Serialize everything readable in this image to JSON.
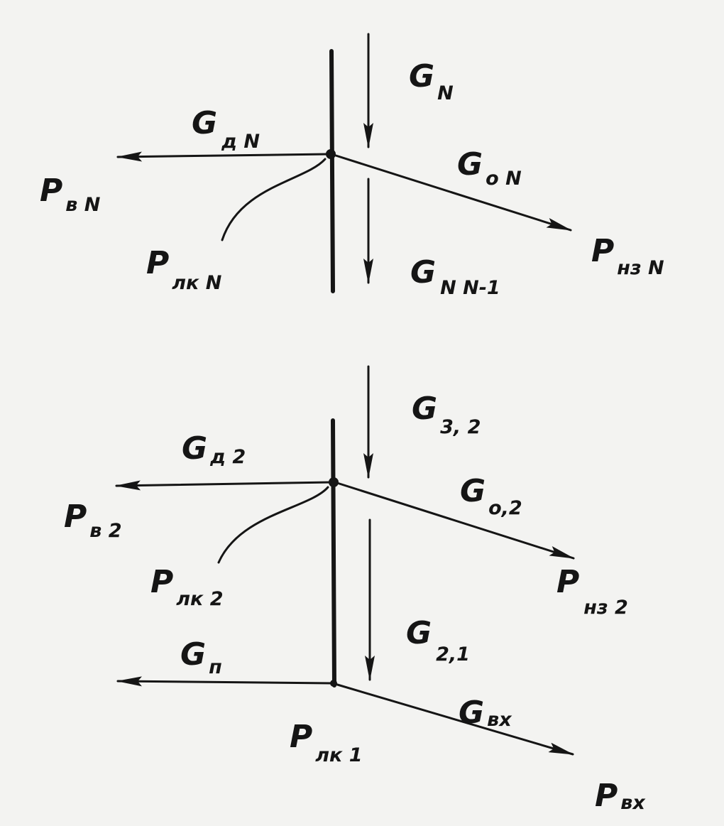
{
  "upper_section": {
    "g_n": {
      "main": "G",
      "sub": "N"
    },
    "g_d_n": {
      "main": "G",
      "sub": "д N"
    },
    "g_o_n": {
      "main": "G",
      "sub": "о N"
    },
    "g_n_n1": {
      "main": "G",
      "sub": "N  N-1"
    },
    "p_v_n": {
      "main": "P",
      "sub": "в N"
    },
    "p_lk_n": {
      "main": "P",
      "sub": "лк N"
    },
    "p_nz_n": {
      "main": "P",
      "sub": "нз  N"
    }
  },
  "lower_section": {
    "g_3_2": {
      "main": "G",
      "sub": "3, 2"
    },
    "g_d_2": {
      "main": "G",
      "sub": "д  2"
    },
    "g_o_2": {
      "main": "G",
      "sub": "о,2"
    },
    "p_v_2": {
      "main": "P",
      "sub": "в 2"
    },
    "p_lk_2": {
      "main": "P",
      "sub": "лк  2"
    },
    "p_nz_2": {
      "main": "P",
      "sub": "нз  2"
    },
    "g_2_1": {
      "main": "G",
      "sub": "2,1"
    },
    "g_p": {
      "main": "G",
      "sub": "п"
    },
    "g_vx": {
      "main": "G",
      "sub": "вх"
    },
    "p_lk_1": {
      "main": "P",
      "sub": "лк  1"
    },
    "p_vx": {
      "main": "P",
      "sub": "вх"
    }
  },
  "colors": {
    "ink": "#151515",
    "paper": "#f3f3f1"
  }
}
